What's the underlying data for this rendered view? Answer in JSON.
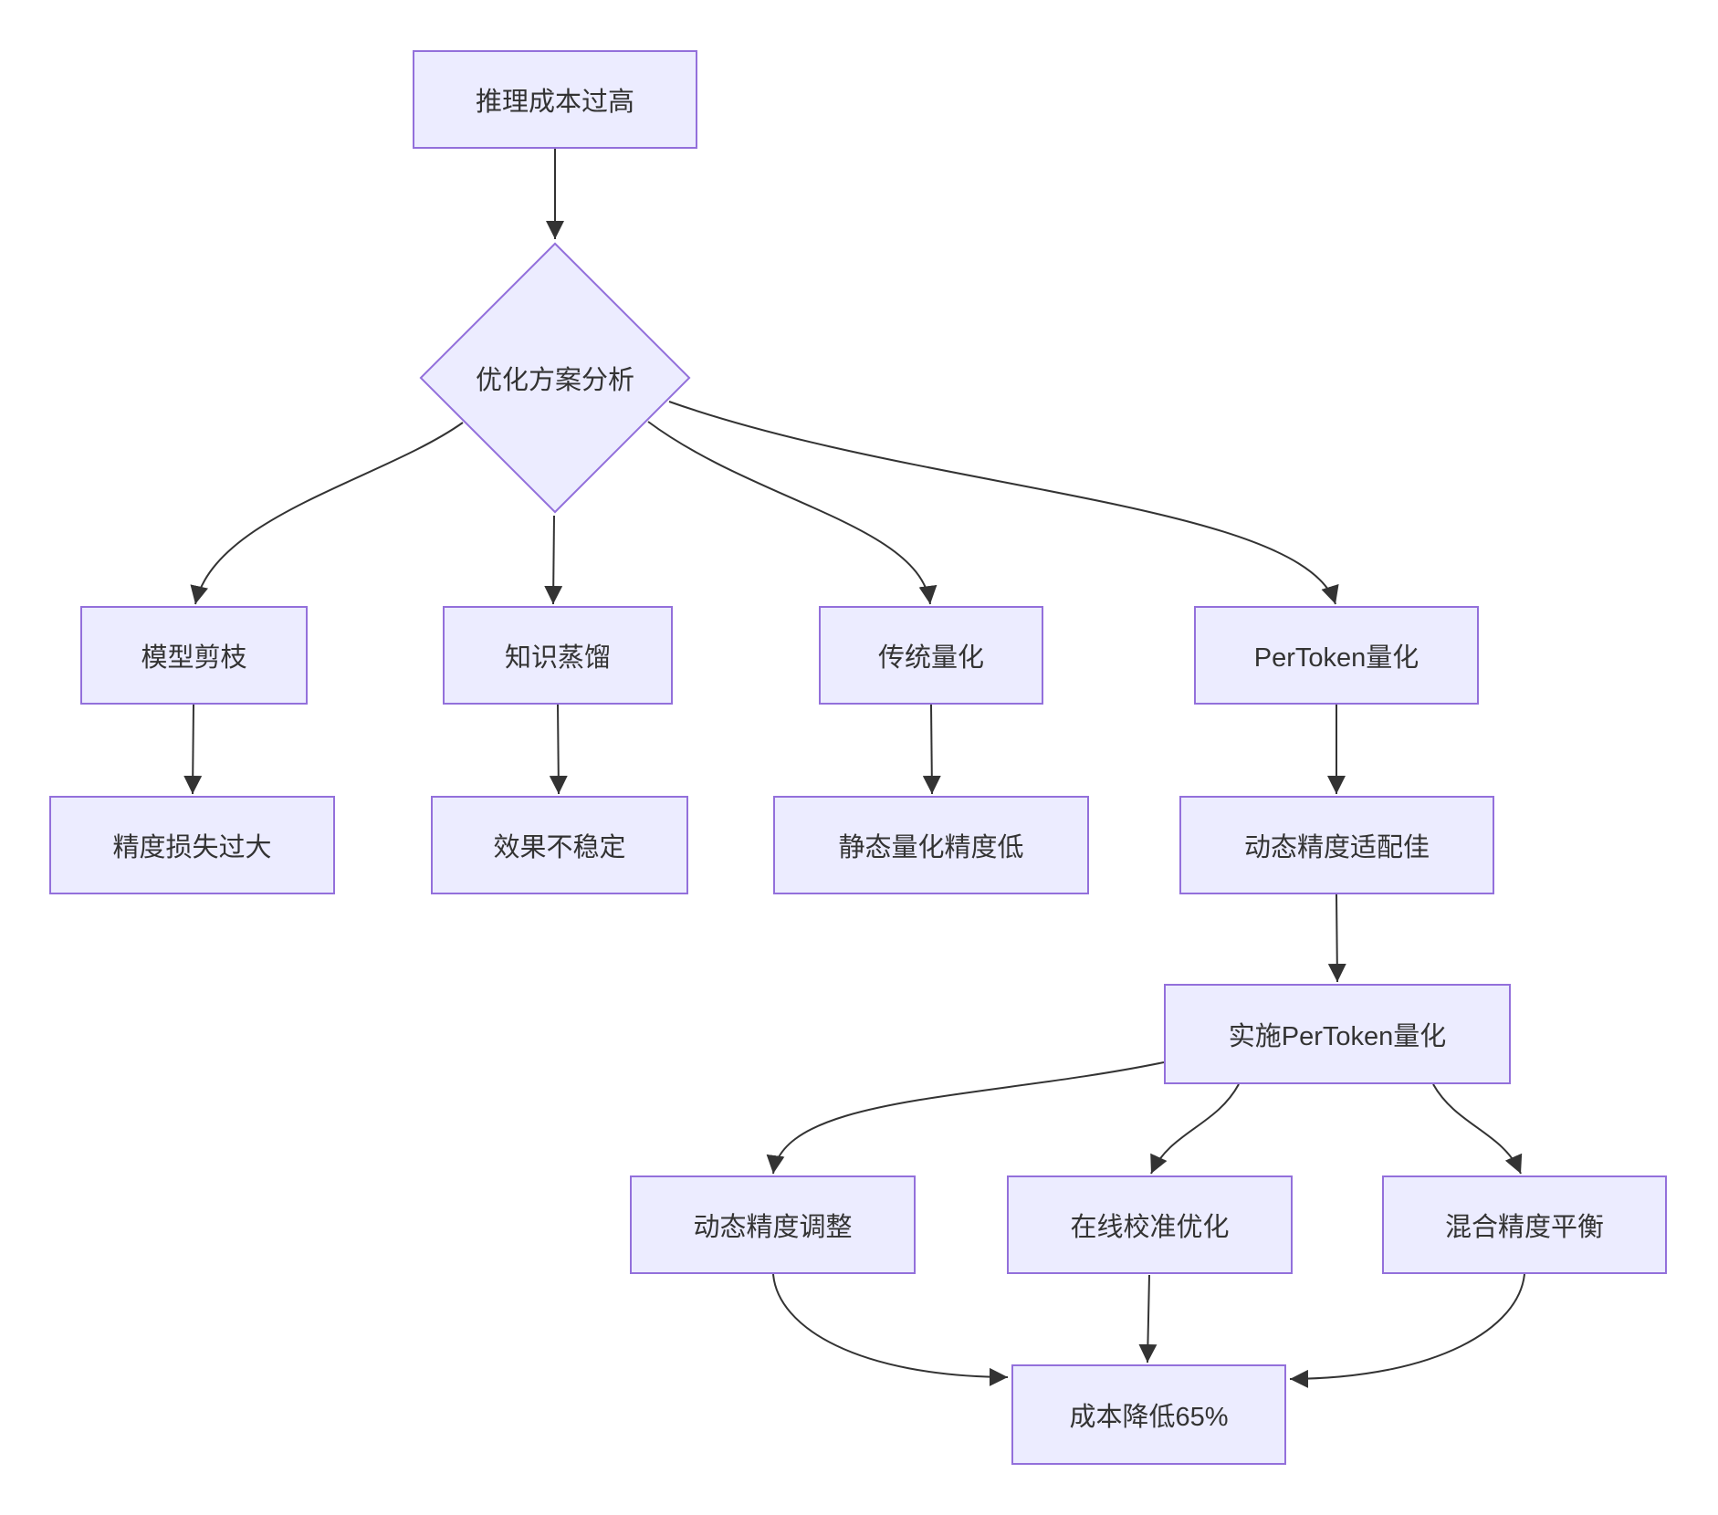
{
  "diagram": {
    "type": "flowchart",
    "direction": "top-down",
    "colors": {
      "background": "#ffffff",
      "node_fill": "#ECECFF",
      "node_border": "#9370DB",
      "edge": "#333333",
      "text": "#333333"
    },
    "nodes": [
      {
        "id": "high_cost",
        "label": "推理成本过高",
        "shape": "rect"
      },
      {
        "id": "analysis",
        "label": "优化方案分析",
        "shape": "diamond"
      },
      {
        "id": "pruning",
        "label": "模型剪枝",
        "shape": "rect"
      },
      {
        "id": "distillation",
        "label": "知识蒸馏",
        "shape": "rect"
      },
      {
        "id": "traditional_quant",
        "label": "传统量化",
        "shape": "rect"
      },
      {
        "id": "pertoken_quant",
        "label": "PerToken量化",
        "shape": "rect"
      },
      {
        "id": "pruning_issue",
        "label": "精度损失过大",
        "shape": "rect"
      },
      {
        "id": "distillation_issue",
        "label": "效果不稳定",
        "shape": "rect"
      },
      {
        "id": "traditional_issue",
        "label": "静态量化精度低",
        "shape": "rect"
      },
      {
        "id": "pertoken_benefit",
        "label": "动态精度适配佳",
        "shape": "rect"
      },
      {
        "id": "implement",
        "label": "实施PerToken量化",
        "shape": "rect"
      },
      {
        "id": "dynamic_adjust",
        "label": "动态精度调整",
        "shape": "rect"
      },
      {
        "id": "online_calibration",
        "label": "在线校准优化",
        "shape": "rect"
      },
      {
        "id": "mixed_precision",
        "label": "混合精度平衡",
        "shape": "rect"
      },
      {
        "id": "outcome",
        "label": "成本降低65%",
        "shape": "rect"
      }
    ],
    "edges": [
      {
        "from": "high_cost",
        "to": "analysis"
      },
      {
        "from": "analysis",
        "to": "pruning"
      },
      {
        "from": "analysis",
        "to": "distillation"
      },
      {
        "from": "analysis",
        "to": "traditional_quant"
      },
      {
        "from": "analysis",
        "to": "pertoken_quant"
      },
      {
        "from": "pruning",
        "to": "pruning_issue"
      },
      {
        "from": "distillation",
        "to": "distillation_issue"
      },
      {
        "from": "traditional_quant",
        "to": "traditional_issue"
      },
      {
        "from": "pertoken_quant",
        "to": "pertoken_benefit"
      },
      {
        "from": "pertoken_benefit",
        "to": "implement"
      },
      {
        "from": "implement",
        "to": "dynamic_adjust"
      },
      {
        "from": "implement",
        "to": "online_calibration"
      },
      {
        "from": "implement",
        "to": "mixed_precision"
      },
      {
        "from": "dynamic_adjust",
        "to": "outcome"
      },
      {
        "from": "online_calibration",
        "to": "outcome"
      },
      {
        "from": "mixed_precision",
        "to": "outcome"
      }
    ]
  }
}
